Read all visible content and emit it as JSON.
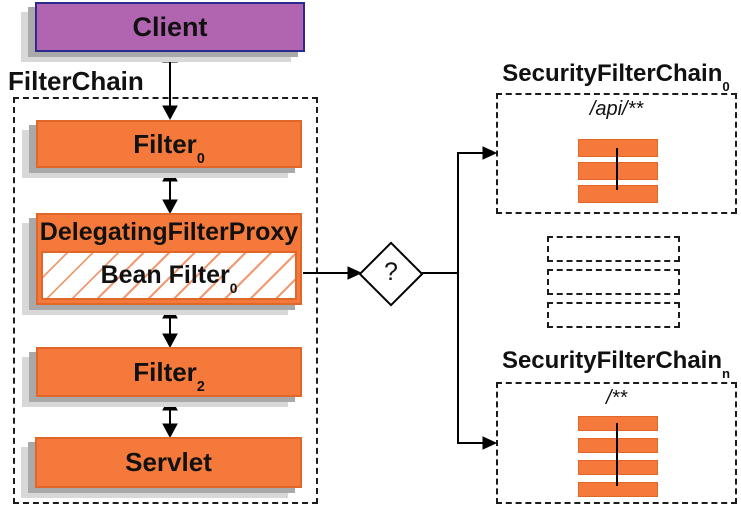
{
  "client": {
    "label": "Client"
  },
  "filter_chain": {
    "title": "FilterChain",
    "filter0": {
      "base": "Filter",
      "sub": "0"
    },
    "proxy": {
      "title": "DelegatingFilterProxy",
      "bean_filter": {
        "base": "Bean Filter",
        "sub": "0"
      }
    },
    "filter2": {
      "base": "Filter",
      "sub": "2"
    },
    "servlet": {
      "label": "Servlet"
    }
  },
  "decision": {
    "label": "?"
  },
  "security_filter_chain_0": {
    "base": "SecurityFilterChain",
    "sub": "0",
    "pattern": "/api/**",
    "bar_count": 3
  },
  "placeholders": {
    "count": 3
  },
  "security_filter_chain_n": {
    "base": "SecurityFilterChain",
    "sub": "n",
    "pattern": "/**",
    "bar_count": 4
  },
  "colors": {
    "client_fill": "#b164af",
    "client_border": "#2b2b8f",
    "box_fill": "#f5793b",
    "box_border": "#e0662a",
    "hatch": "#f09a72",
    "shadow_dark": "#a9a9a9",
    "shadow_light": "#d8d8d8",
    "wire": "#000000"
  }
}
